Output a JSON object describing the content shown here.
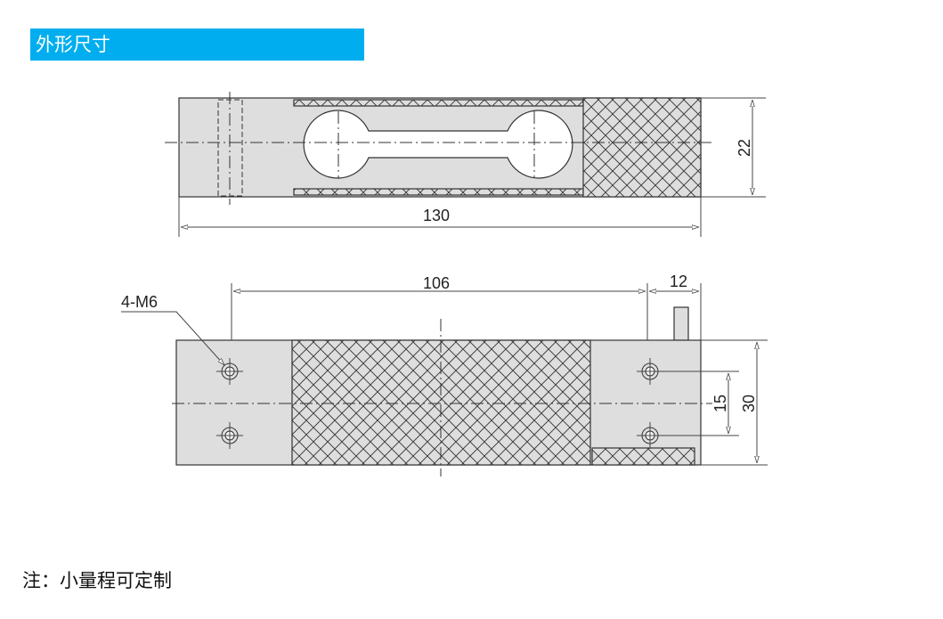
{
  "header": {
    "title": "外形尺寸"
  },
  "drawing": {
    "top_view": {
      "length_label": "130",
      "height_label": "22"
    },
    "bottom_view": {
      "hole_label": "4-M6",
      "hole_spacing_label": "106",
      "end_offset_label": "12",
      "hole_pitch_label": "15",
      "width_label": "30"
    }
  },
  "note": "注：小量程可定制",
  "colors": {
    "header_bg": "#00aeef",
    "body_fill": "#dedede"
  }
}
